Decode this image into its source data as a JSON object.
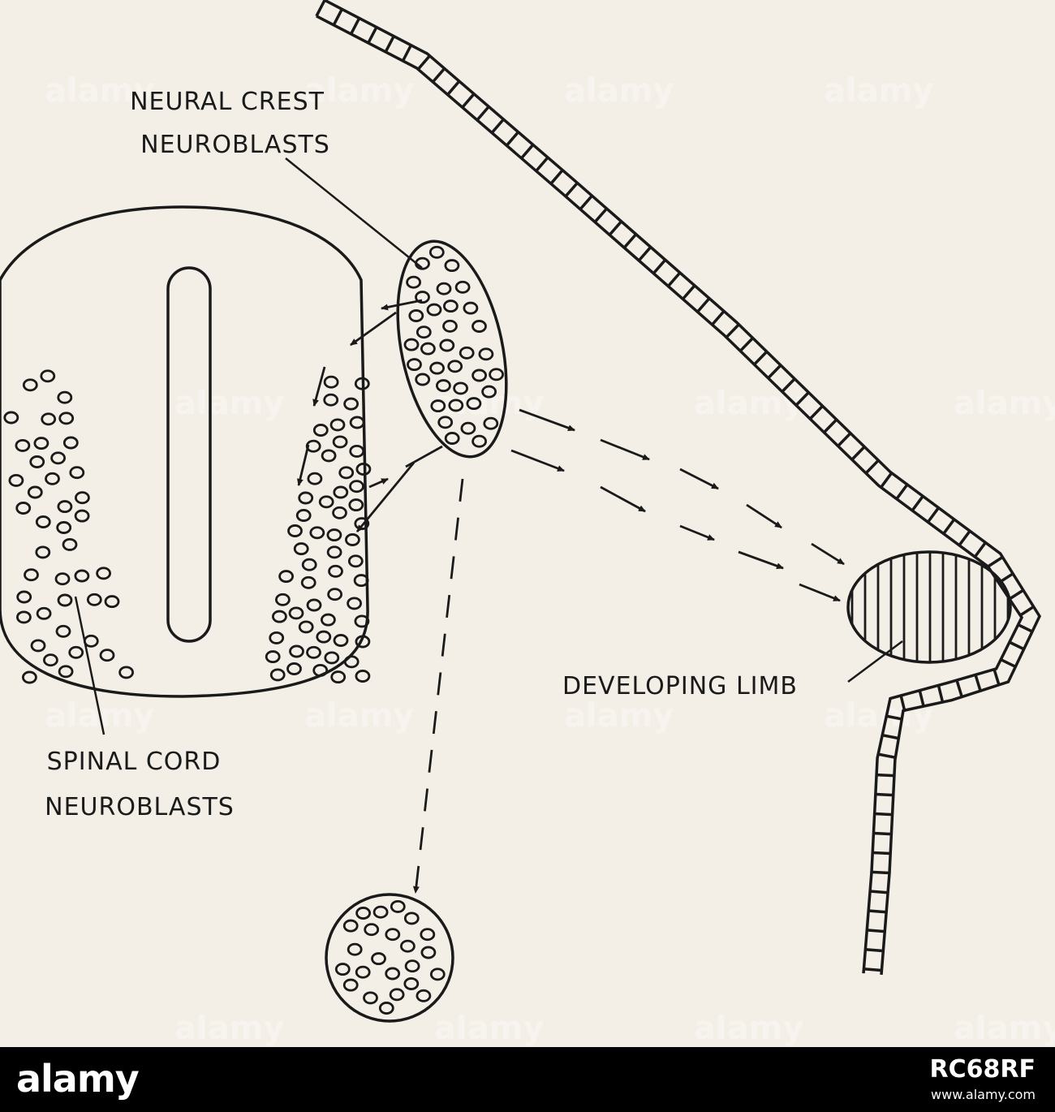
{
  "labels": {
    "neural_crest_line1": "NEURAL CREST",
    "neural_crest_line2": "NEUROBLASTS",
    "spinal_cord_line1": "SPINAL CORD",
    "spinal_cord_line2": "NEUROBLASTS",
    "developing_limb": "DEVELOPING LIMB"
  },
  "watermark": {
    "text": "alamy"
  },
  "footer": {
    "logo": "alamy",
    "image_id": "RC68RF",
    "url": "www.alamy.com"
  },
  "colors": {
    "paper": "#f3efe6",
    "ink": "#1a1a1a",
    "footer_bg": "#000000"
  }
}
